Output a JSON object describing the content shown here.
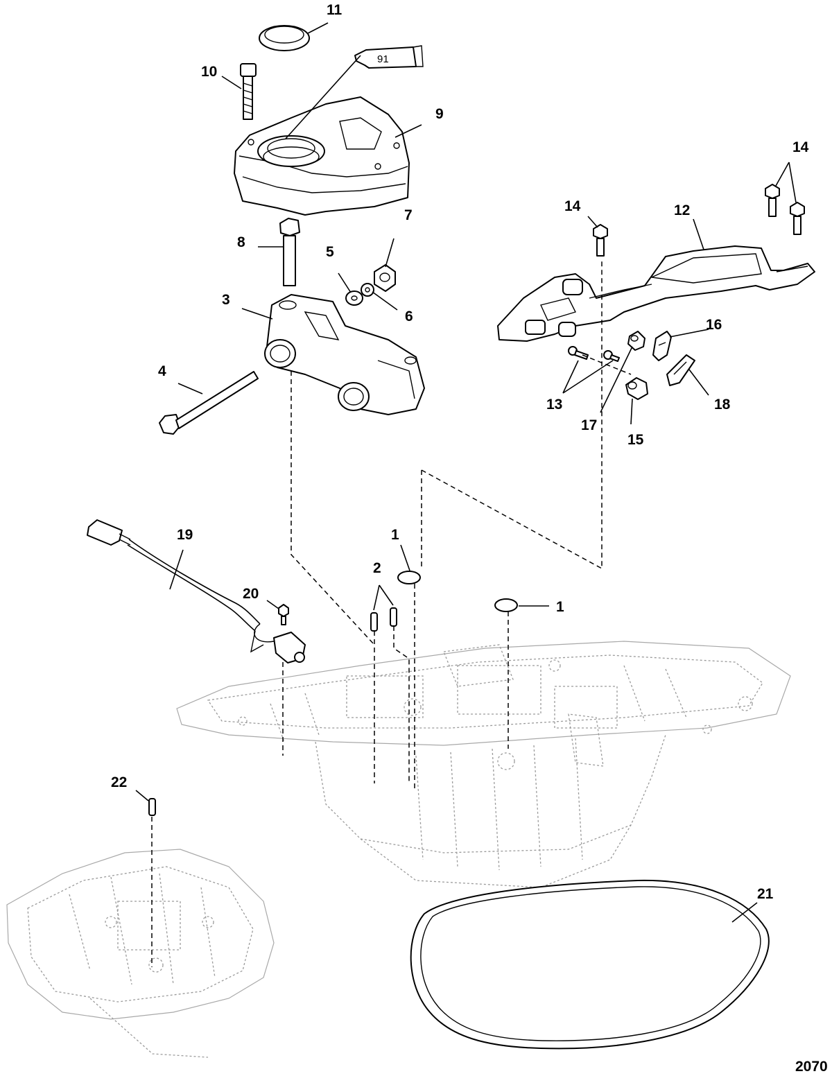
{
  "callouts": {
    "c1a": "1",
    "c1b": "1",
    "c2": "2",
    "c3": "3",
    "c4": "4",
    "c5": "5",
    "c6": "6",
    "c7": "7",
    "c8": "8",
    "c9": "9",
    "c10": "10",
    "c11": "11",
    "c12": "12",
    "c13": "13",
    "c14a": "14",
    "c14b": "14",
    "c15": "15",
    "c16": "16",
    "c17": "17",
    "c18": "18",
    "c19": "19",
    "c20": "20",
    "c21": "21",
    "c22": "22"
  },
  "sealant_tube_label": "91",
  "figure_number": "2070"
}
